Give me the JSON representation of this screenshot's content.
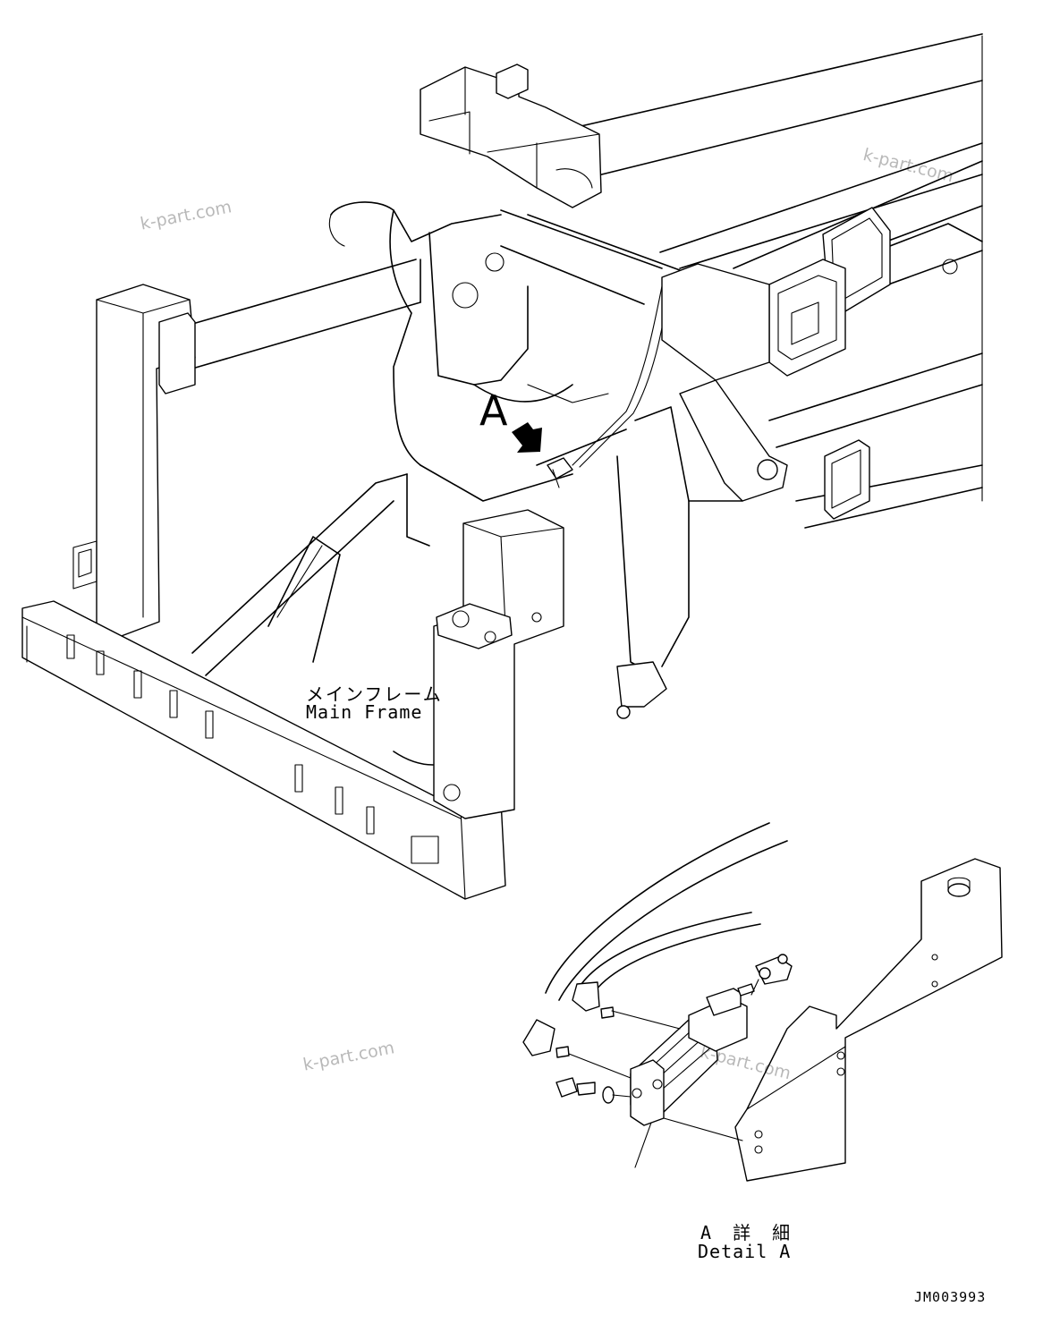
{
  "labels": {
    "reference_letter": "A",
    "main_frame_jp": "メインフレーム",
    "main_frame_en": "Main Frame",
    "detail_jp": "A 詳 細",
    "detail_en": "Detail A",
    "drawing_code": "JM003993"
  },
  "watermarks": [
    "k-part.com",
    "k-part.com",
    "k-part.com",
    "k-part.com"
  ],
  "colors": {
    "line": "#000000",
    "background": "#ffffff",
    "watermark": "#b8b8b8"
  }
}
